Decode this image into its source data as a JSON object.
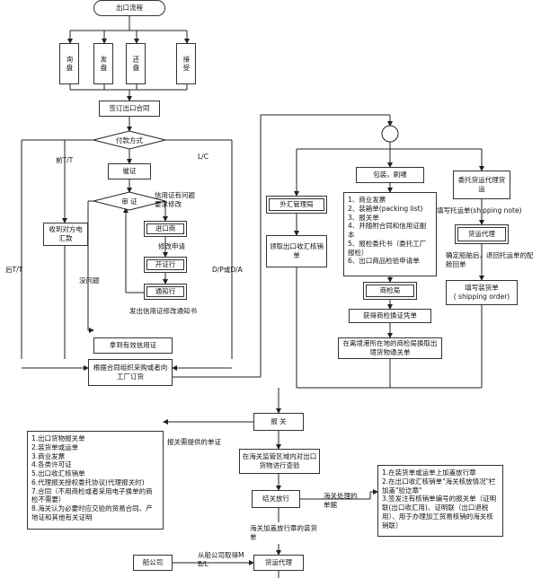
{
  "start": "出口流程",
  "stages": [
    "询盘",
    "发盘",
    "还盘",
    "接受"
  ],
  "sign_contract": "签订出口合同",
  "payment_method": "付款方式",
  "branch_front_tt": "前T/T",
  "branch_lc": "L/C",
  "branch_back_tt": "后T/T",
  "branch_dp_da": "D/P或D/A",
  "receive_tt": "收到对方电汇款",
  "draft_lc": "催证",
  "review_lc": "审 证",
  "lc_problem": "信用证有问题要求修改",
  "importer": "进口商",
  "amend_request": "修改申请",
  "issuing_bank": "开证行",
  "notifying_bank": "通知行",
  "no_problem": "没问题",
  "amend_notice": "发出信用证修改通知书",
  "valid_lc": "拿到有效信用证",
  "organize_goods": "根据合同组织采购或者向工厂订货",
  "circle": "",
  "packing": "包装，刷唛",
  "docs_list": "1、商业发票\n2、装箱单(packing list)\n3、报关单\n4、并随附合同和信用证副本\n5、报检委托书（委托工厂报检）\n6、出口商品检验申请单",
  "inspection_bureau": "商检局",
  "get_certificate": "获得商检换证凭单",
  "exchange_pass": "在离境港所在地的商检局换取出境货物通关单",
  "forex_bureau": "外汇管理局",
  "get_verification": "领取出口收汇核销单",
  "entrust_forwarder": "委托货运代理货运",
  "fill_shipping_note": "填写托运单(shipping note)",
  "freight_agent": "货运代理",
  "confirm_ship": "确定船舶后，退回托运单的配舱回单",
  "fill_order": "填写装货单\n( shipping order)",
  "customs": "报 关",
  "customs_docs": "1.出口货物报关单\n2.装货单或运单\n3.商业发票\n4.各类许可证\n5.出口收汇核销单\n6.代理报关授权委托协议(代理报关时)\n7.合同（不用商检或者采用电子换单的商检不需要）\n8.海关认为必要时应交验的贸易合同、产地证和其他有关证明",
  "docs_required": "报关需提供的单证",
  "inspect_goods": "在海关监管区域内对出口货物进行查验",
  "release": "结关放行",
  "customs_handled": "海关处理的单据",
  "customs_stamp_docs": "1.在装货单或运单上加盖放行章\n2.在出口收汇核销单\"海关核放情况\"栏加盖\"验讫章\"\n3.签发注有核销单编号的报关单（证明联(出口收汇用)、证明联（出口退税用）、用于办理加工贸易核销的海关核销联）",
  "stamp_order": "海关加盖放行章的装货单",
  "shipping_company": "船公司",
  "get_bl": "从船公司取得M B/L",
  "freight_agent_2": "货运代理"
}
